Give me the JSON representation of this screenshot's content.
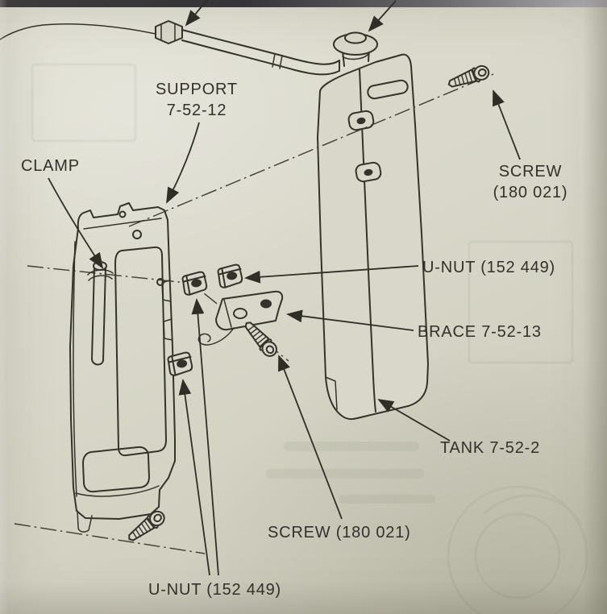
{
  "page": {
    "kind": "Service manual exploded parts diagram",
    "paper_color": "#d8d7c9",
    "ink_color": "#34332b"
  },
  "labels": {
    "support": {
      "name": "SUPPORT",
      "number": "7-52-12"
    },
    "clamp": {
      "text": "CLAMP"
    },
    "screw_top": {
      "name": "SCREW",
      "number": "(180 021)"
    },
    "u_nut_right": {
      "text": "U-NUT (152 449)"
    },
    "brace": {
      "text": "BRACE 7-52-13"
    },
    "tank": {
      "text": "TANK 7-52-2"
    },
    "screw_bottom": {
      "text": "SCREW (180 021)"
    },
    "u_nut_bottom": {
      "text": "U-NUT (152 449)"
    }
  }
}
